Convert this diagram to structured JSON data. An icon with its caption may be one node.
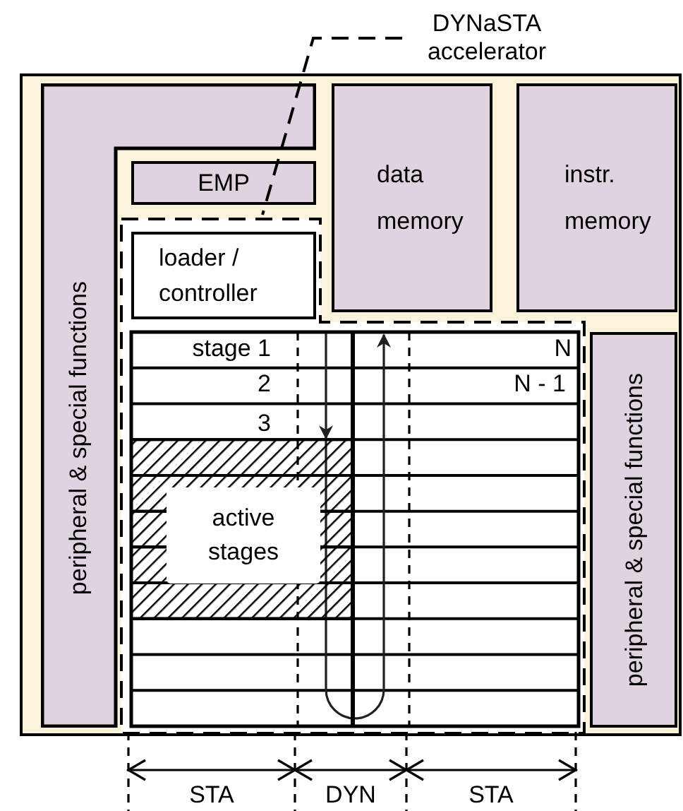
{
  "diagram": {
    "nodes": [
      {
        "text": [],
        "shape": "box"
      },
      {
        "text": [
          "peripheral & special functions"
        ],
        "in": 0
      },
      {
        "text": [
          "data memory"
        ],
        "in": 0
      },
      {
        "text": [
          "instr. memory"
        ],
        "in": 0
      },
      {
        "text": [
          "EMP"
        ],
        "in": 0
      },
      {
        "text": [],
        "shape": "box",
        "in": 0
      },
      {
        "text": [
          "loader / controller"
        ],
        "in": 5
      },
      {
        "text": [],
        "shape": "box",
        "in": 5
      },
      {
        "text": [
          "peripheral & special functions"
        ],
        "in": 0
      },
      {
        "text": [
          "DYNaSTA accelerator"
        ]
      }
    ],
    "edges": [
      {
        "from": 9,
        "to": 5,
        "arrow": "none",
        "style": "dashed"
      }
    ],
    "labels": [
      "stage 1",
      "N",
      "2",
      "N - 1",
      "3",
      "active stages",
      "STA",
      "DYN",
      "STA"
    ]
  }
}
